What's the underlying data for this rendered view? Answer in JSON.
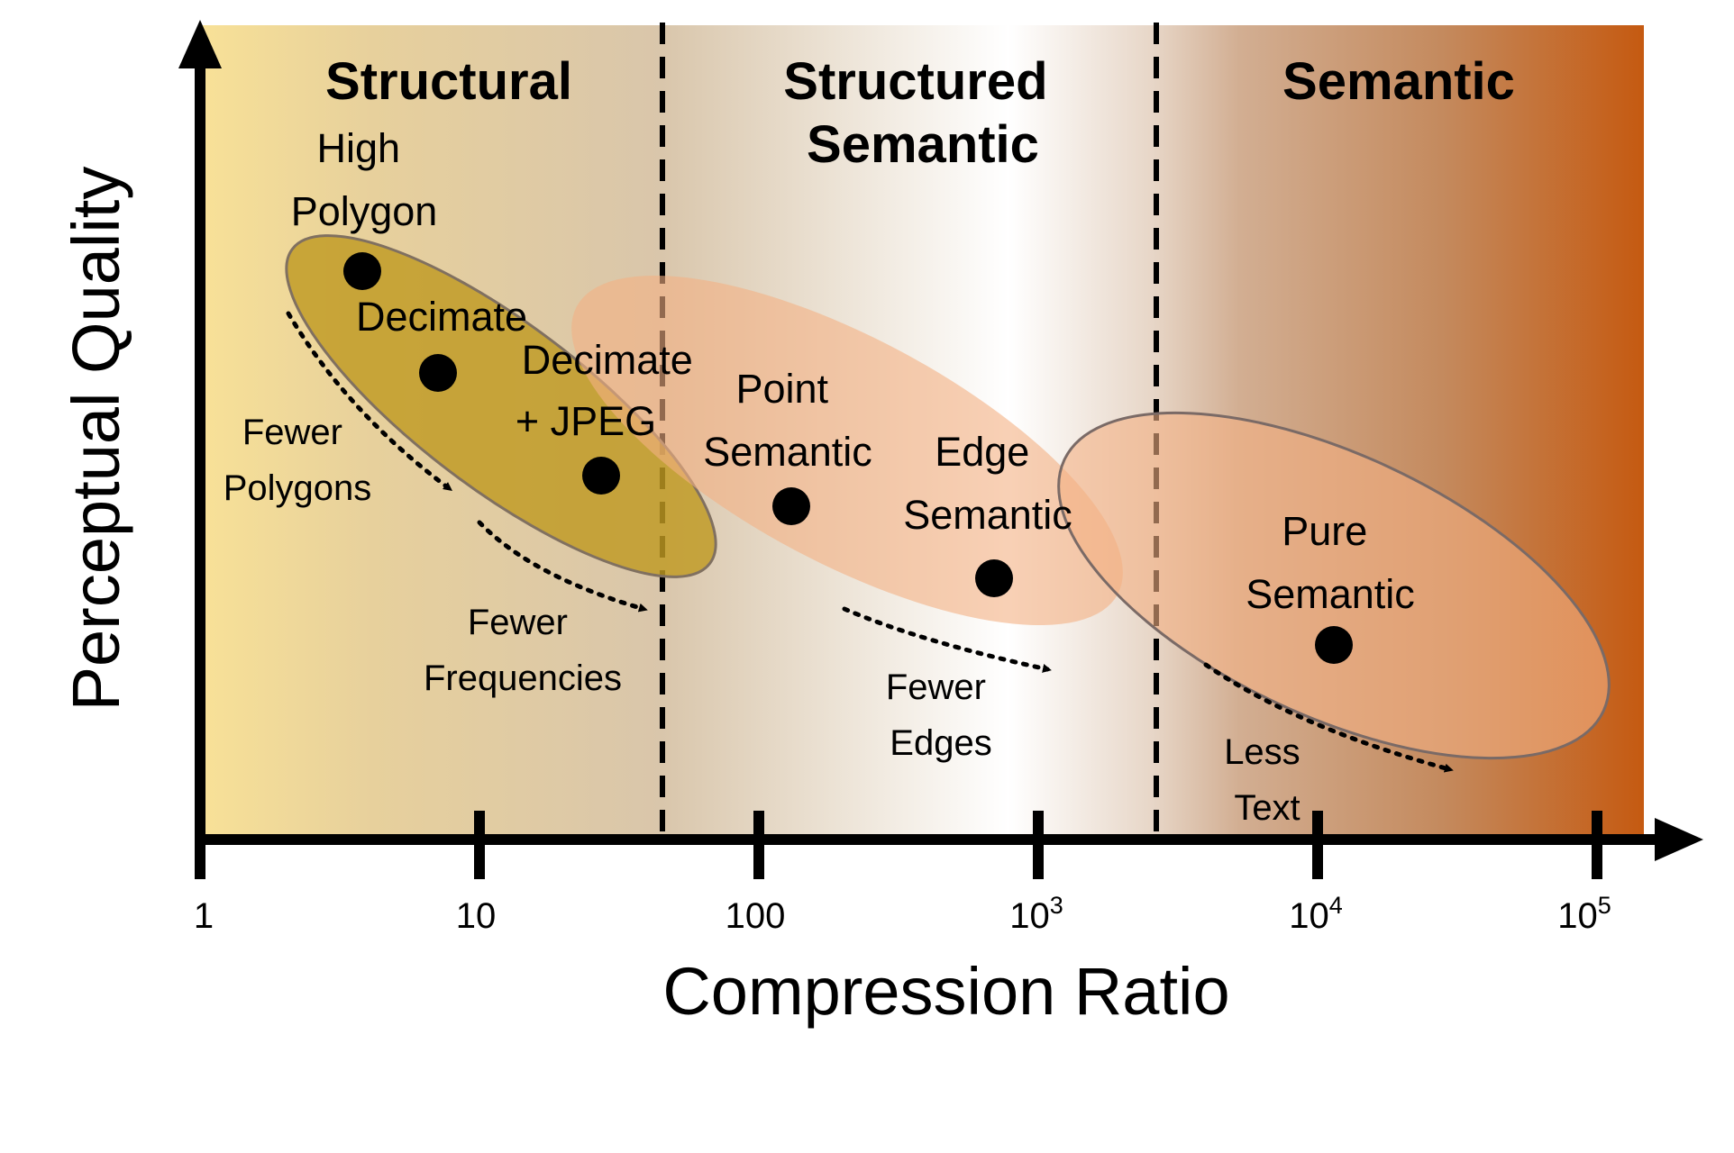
{
  "diagram": {
    "x_axis_label": "Compression Ratio",
    "y_axis_label": "Perceptual Quality",
    "x_ticks": [
      {
        "base": "1",
        "exp": ""
      },
      {
        "base": "10",
        "exp": ""
      },
      {
        "base": "100",
        "exp": ""
      },
      {
        "base": "10",
        "exp": "3"
      },
      {
        "base": "10",
        "exp": "4"
      },
      {
        "base": "10",
        "exp": "5"
      }
    ],
    "regions": {
      "structural": "Structural",
      "structured_semantic": [
        "Structured",
        "Semantic"
      ],
      "semantic": "Semantic"
    },
    "points": {
      "high_polygon": [
        "High",
        "Polygon"
      ],
      "decimate": "Decimate",
      "decimate_jpeg": [
        "Decimate",
        "+ JPEG"
      ],
      "point_semantic": [
        "Point",
        "Semantic"
      ],
      "edge_semantic": [
        "Edge",
        "Semantic"
      ],
      "pure_semantic": [
        "Pure",
        "Semantic"
      ]
    },
    "annotations": {
      "fewer_polygons": [
        "Fewer",
        "Polygons"
      ],
      "fewer_frequencies": [
        "Fewer",
        "Frequencies"
      ],
      "fewer_edges": [
        "Fewer",
        "Edges"
      ],
      "less_text": [
        "Less",
        "Text"
      ]
    },
    "colors": {
      "structural_start": "#f8e197",
      "structural_end": "#d8c4a8",
      "middle_center": "#ffffff",
      "semantic_end": "#c55a11",
      "structural_ellipse": "#c09a22",
      "semantic_ellipse": "#f4b183"
    }
  }
}
